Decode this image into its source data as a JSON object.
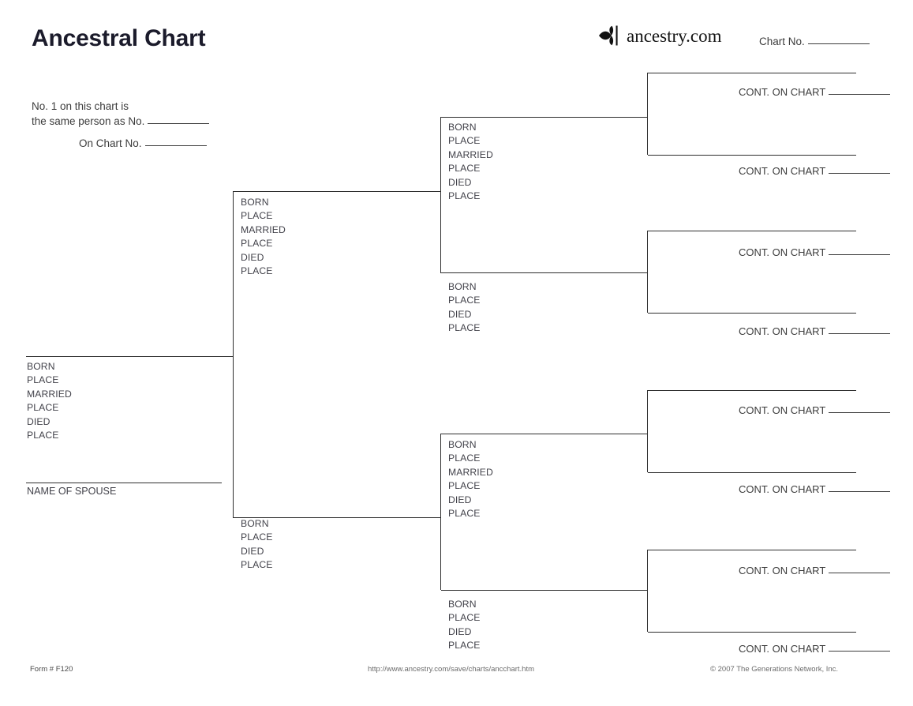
{
  "header": {
    "title": "Ancestral Chart",
    "brand_text": "ancestry.com",
    "brand_icon": "ancestry-leaf-icon",
    "chart_no_label": "Chart No."
  },
  "note": {
    "line1": "No. 1 on this chart is",
    "line2": "the same person as No.",
    "line3": "On Chart No."
  },
  "fields": {
    "full": [
      "BORN",
      "PLACE",
      "MARRIED",
      "PLACE",
      "DIED",
      "PLACE"
    ],
    "short": [
      "BORN",
      "PLACE",
      "DIED",
      "PLACE"
    ],
    "spouse": "NAME OF SPOUSE"
  },
  "cont_label": "CONT. ON CHART",
  "person1": {
    "fields": [
      "BORN",
      "PLACE",
      "MARRIED",
      "PLACE",
      "DIED",
      "PLACE"
    ],
    "spouse_label": "NAME OF SPOUSE"
  },
  "generation2": [
    {
      "position": "father",
      "fields": [
        "BORN",
        "PLACE",
        "MARRIED",
        "PLACE",
        "DIED",
        "PLACE"
      ]
    },
    {
      "position": "mother",
      "fields": [
        "BORN",
        "PLACE",
        "DIED",
        "PLACE"
      ]
    }
  ],
  "generation3": [
    {
      "position": "paternal-grandfather",
      "fields": [
        "BORN",
        "PLACE",
        "MARRIED",
        "PLACE",
        "DIED",
        "PLACE"
      ]
    },
    {
      "position": "paternal-grandmother",
      "fields": [
        "BORN",
        "PLACE",
        "DIED",
        "PLACE"
      ]
    },
    {
      "position": "maternal-grandfather",
      "fields": [
        "BORN",
        "PLACE",
        "MARRIED",
        "PLACE",
        "DIED",
        "PLACE"
      ]
    },
    {
      "position": "maternal-grandmother",
      "fields": [
        "BORN",
        "PLACE",
        "DIED",
        "PLACE"
      ]
    }
  ],
  "generation4": [
    {
      "position": "great-grandparent-1",
      "label": "CONT. ON CHART"
    },
    {
      "position": "great-grandparent-2",
      "label": "CONT. ON CHART"
    },
    {
      "position": "great-grandparent-3",
      "label": "CONT. ON CHART"
    },
    {
      "position": "great-grandparent-4",
      "label": "CONT. ON CHART"
    },
    {
      "position": "great-grandparent-5",
      "label": "CONT. ON CHART"
    },
    {
      "position": "great-grandparent-6",
      "label": "CONT. ON CHART"
    },
    {
      "position": "great-grandparent-7",
      "label": "CONT. ON CHART"
    },
    {
      "position": "great-grandparent-8",
      "label": "CONT. ON CHART"
    }
  ],
  "footer": {
    "form": "Form # F120",
    "url": "http://www.ancestry.com/save/charts/ancchart.htm",
    "copyright": "© 2007 The Generations Network, Inc."
  },
  "colors": {
    "line": "#2e2e2e",
    "text": "#3c3c3c",
    "title": "#1b1b2b",
    "background": "#ffffff"
  }
}
